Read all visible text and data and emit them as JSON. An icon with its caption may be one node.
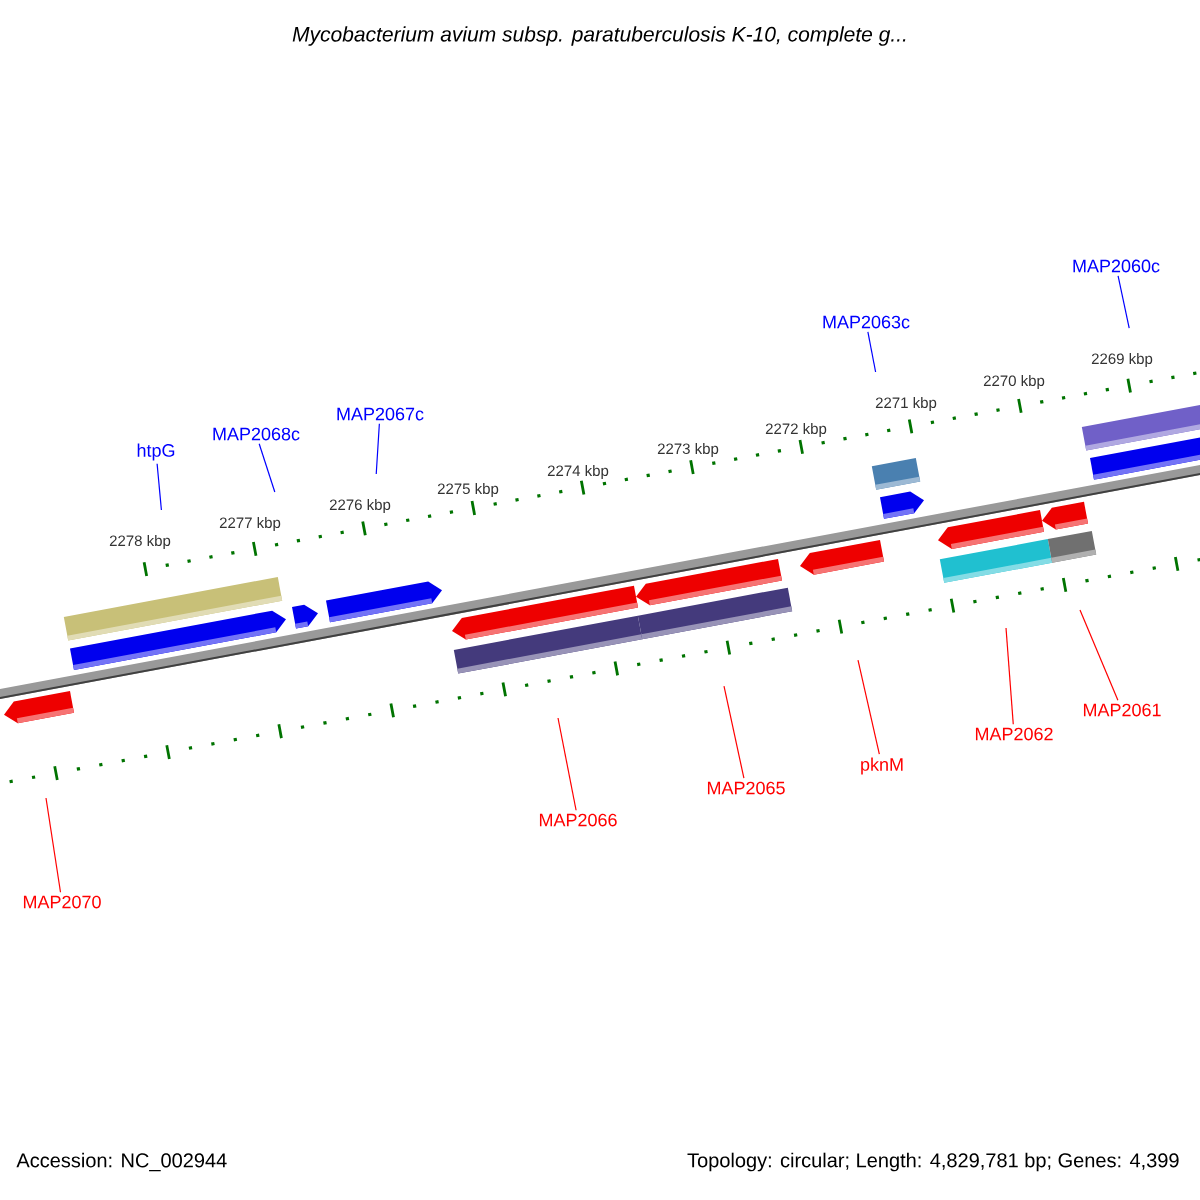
{
  "diagram": {
    "title": "Mycobacterium avium subsp. paratuberculosis K-10, complete g...",
    "nodes": [
      {
        "text": [
          "htpG"
        ]
      },
      {
        "text": [
          "MAP2068c"
        ]
      },
      {
        "text": [
          "MAP2067c"
        ]
      },
      {
        "text": [
          "MAP2063c"
        ]
      },
      {
        "text": [
          "MAP2060c"
        ]
      },
      {
        "text": [
          "MAP2070"
        ]
      },
      {
        "text": [
          "MAP2066"
        ]
      },
      {
        "text": [
          "MAP2065"
        ]
      },
      {
        "text": [
          "pknM"
        ]
      },
      {
        "text": [
          "MAP2062"
        ]
      },
      {
        "text": [
          "MAP2061"
        ]
      }
    ],
    "edges": [
      {
        "from": 0,
        "to": null,
        "arrow": "none",
        "color": "#0000ff"
      },
      {
        "from": 1,
        "to": null,
        "arrow": "none",
        "color": "#0000ff"
      },
      {
        "from": 2,
        "to": null,
        "arrow": "none",
        "color": "#0000ff"
      },
      {
        "from": 3,
        "to": null,
        "arrow": "none",
        "color": "#0000ff"
      },
      {
        "from": 4,
        "to": null,
        "arrow": "none",
        "color": "#0000ff"
      },
      {
        "from": 5,
        "to": null,
        "arrow": "none"
      },
      {
        "from": 6,
        "to": null,
        "arrow": "none"
      },
      {
        "from": 7,
        "to": null,
        "arrow": "none"
      },
      {
        "from": 8,
        "to": null,
        "arrow": "none"
      },
      {
        "from": 9,
        "to": null,
        "arrow": "none"
      },
      {
        "from": 10,
        "to": null,
        "arrow": "none"
      }
    ],
    "labels": [
      "2278 kbp",
      "2277 kbp",
      "2276 kbp",
      "2275 kbp",
      "2274 kbp",
      "2273 kbp",
      "2272 kbp",
      "2271 kbp",
      "2270 kbp",
      "2269 kbp",
      "Accession: NC_002944",
      "Topology: circular; Length: 4,829,781 bp; Genes: 4,399"
    ]
  }
}
